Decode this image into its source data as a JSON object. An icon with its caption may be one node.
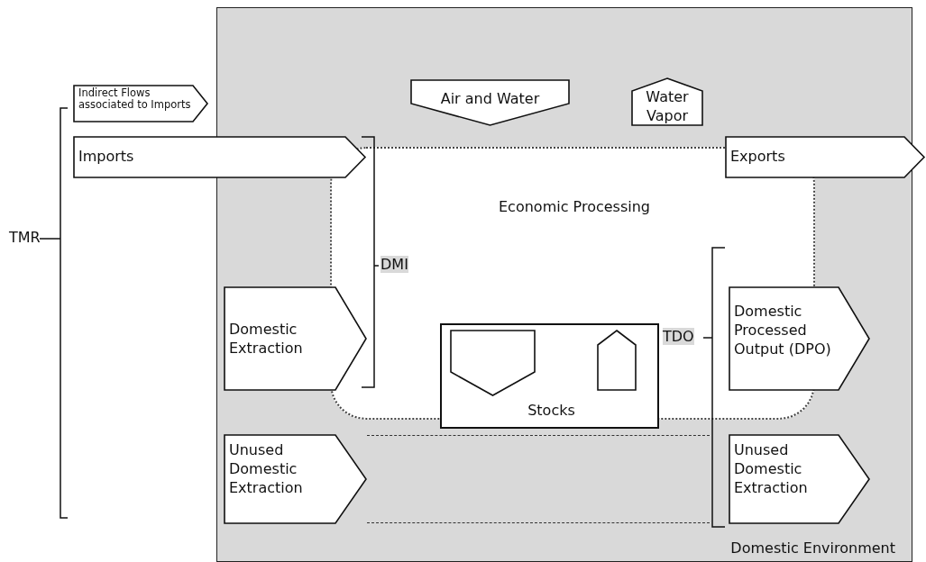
{
  "diagram": {
    "nodes": [
      {
        "text": [
          "Domestic Environment"
        ]
      },
      {
        "text": [
          "Economic Processing"
        ],
        "in": 0
      },
      {
        "text": [
          "Air and Water"
        ],
        "in": 0
      },
      {
        "text": [
          "Water Vapor"
        ],
        "in": 0
      },
      {
        "text": [
          "Indirect Flows associated to Imports"
        ]
      },
      {
        "text": [
          "Imports"
        ]
      },
      {
        "text": [
          "Exports"
        ]
      },
      {
        "text": [
          "Domestic Extraction"
        ],
        "in": 0
      },
      {
        "text": [
          "Stocks"
        ],
        "in": 0
      },
      {
        "text": [],
        "shape": "pentagon",
        "in": 8
      },
      {
        "text": [],
        "shape": "pentagon",
        "in": 8
      },
      {
        "text": [
          "Domestic Processed Output (DPO)"
        ],
        "in": 0
      },
      {
        "text": [],
        "shape": "box",
        "in": 0
      },
      {
        "text": [
          "Unused Domestic Extraction"
        ],
        "in": 0
      },
      {
        "text": [
          "Unused Domestic Extraction"
        ],
        "in": 0
      }
    ],
    "labels": [
      "TMR",
      "DMI",
      "TDO"
    ]
  }
}
